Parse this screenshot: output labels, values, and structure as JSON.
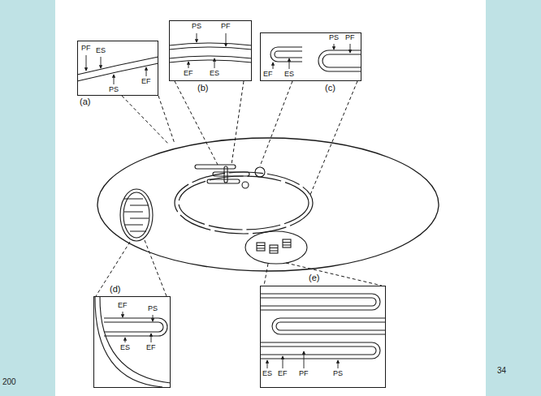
{
  "diagram": {
    "nodes": [
      {
        "text": [
          "(a)",
          "PF",
          "ES",
          "EF",
          "PS"
        ]
      },
      {
        "text": [
          "(b)",
          "PS",
          "PF",
          "EF",
          "ES"
        ]
      },
      {
        "text": [
          "(c)",
          "EF",
          "ES",
          "PS",
          "PF"
        ]
      },
      {
        "text": [
          "(d)",
          "EF",
          "PS",
          "ES",
          "EF"
        ]
      },
      {
        "text": [
          "(e)",
          "ES",
          "EF",
          "PF",
          "PS"
        ]
      }
    ],
    "labels": [
      "200",
      "34"
    ]
  }
}
